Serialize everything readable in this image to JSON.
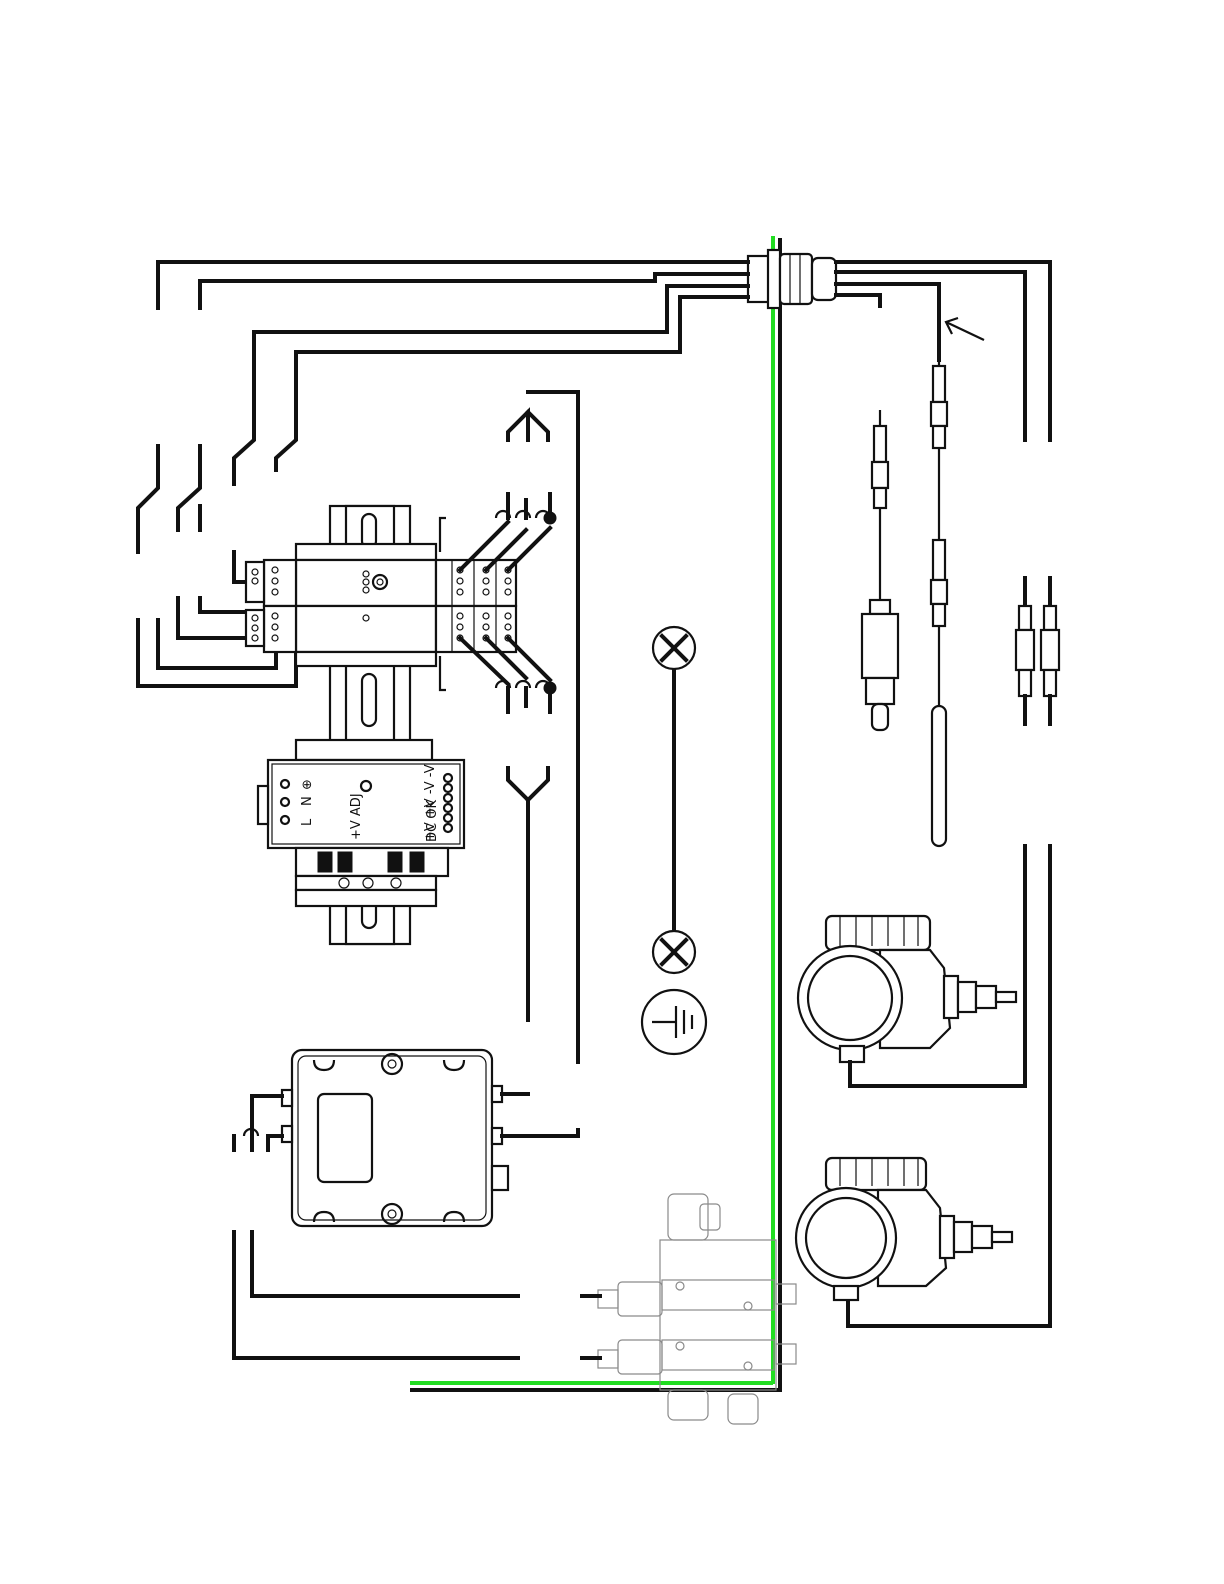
{
  "psu": {
    "terminals_left": [
      "L",
      "N",
      "⊕"
    ],
    "adj_label": "+V ADJ",
    "outputs_label": "+V +V -V -V",
    "dc_ok_label": "DC OK"
  },
  "colors": {
    "wire": "#111111",
    "ground_bus": "#22dd22",
    "manifold": "#8a8a8a"
  },
  "icons": [
    "ground-icon",
    "screw-icon",
    "cable-gland-icon",
    "pointer-arrow-icon"
  ]
}
